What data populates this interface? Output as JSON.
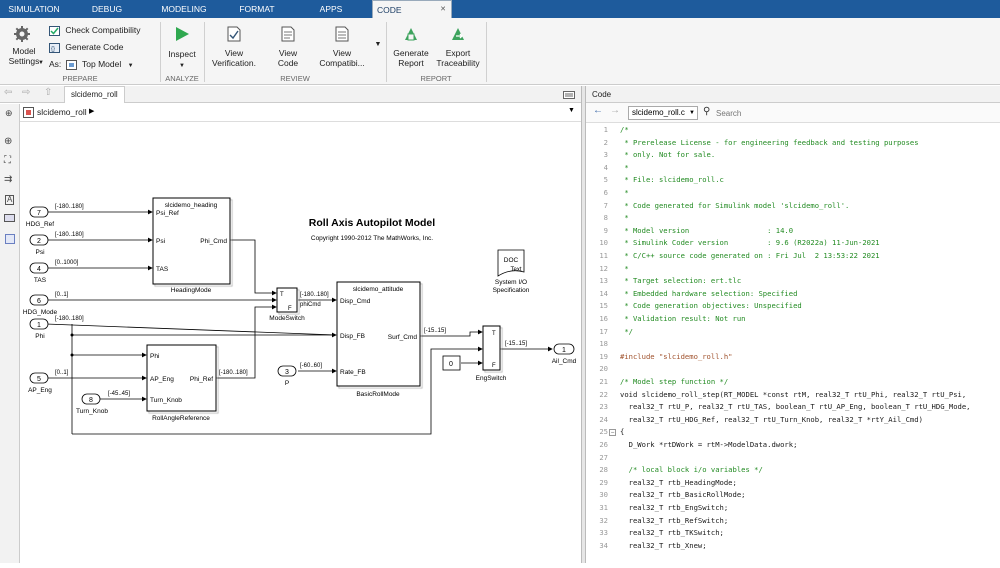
{
  "tabs": [
    {
      "label": "SIMULATION"
    },
    {
      "label": "DEBUG"
    },
    {
      "label": "MODELING"
    },
    {
      "label": "FORMAT"
    },
    {
      "label": "APPS"
    },
    {
      "label": "CODE INSPECTOR",
      "close": "✕"
    }
  ],
  "ribbon": {
    "prepare": {
      "model_settings": "Model\nSettings",
      "check_compat": "Check Compatibility",
      "generate_code": "Generate Code",
      "as_label": "As:",
      "top_model": "Top Model",
      "group": "PREPARE"
    },
    "analyze": {
      "inspect": "Inspect",
      "group": "ANALYZE"
    },
    "review": {
      "view_verification": "View\nVerification.",
      "view_code": "View\nCode",
      "view_compat": "View\nCompatibi...",
      "group": "REVIEW"
    },
    "report": {
      "generate_report": "Generate\nReport",
      "export_traceability": "Export\nTraceability",
      "group": "REPORT"
    }
  },
  "editor": {
    "tab_label": "slcidemo_roll",
    "path_label": "slcidemo_roll"
  },
  "diagram": {
    "title": "Roll Axis Autopilot Model",
    "copyright": "Copyright 1990-2012 The MathWorks, Inc.",
    "inports": [
      {
        "num": "7",
        "name": "HDG_Ref",
        "range": "[-180..180]"
      },
      {
        "num": "2",
        "name": "Psi",
        "range": "[-180..180]"
      },
      {
        "num": "4",
        "name": "TAS",
        "range": "[0..1000]"
      },
      {
        "num": "6",
        "name": "HDG_Mode",
        "range": "[0..1]"
      },
      {
        "num": "1",
        "name": "Phi",
        "range": "[-180..180]"
      },
      {
        "num": "5",
        "name": "AP_Eng",
        "range": "[0..1]"
      },
      {
        "num": "8",
        "name": "Turn_Knob",
        "range": "[-45..45]"
      },
      {
        "num": "3",
        "name": "P",
        "range": "[-60..60]"
      }
    ],
    "heading": {
      "title": "slcidemo_heading",
      "in1": "Psi_Ref",
      "in2": "Psi",
      "in3": "TAS",
      "out": "Phi_Cmd",
      "caption": "HeadingMode"
    },
    "attitude": {
      "title": "slcidemo_attitude",
      "in1": "Disp_Cmd",
      "in2": "Disp_FB",
      "in3": "Rate_FB",
      "out": "Surf_Cmd",
      "caption": "BasicRollMode"
    },
    "rollref": {
      "in1": "Phi",
      "in2": "AP_Eng",
      "in3": "Turn_Knob",
      "out": "Phi_Ref",
      "caption": "RollAngleReference",
      "out_range": "[-180..180]"
    },
    "modeswitch": {
      "caption": "ModeSwitch",
      "range": "[-180..180]",
      "sig": "phiCmd",
      "t": "T",
      "f": "F"
    },
    "engswitch": {
      "caption": "EngSwitch",
      "range": "[-15..15]",
      "in_range": "[-15..15]",
      "t": "T",
      "f": "F"
    },
    "const0": "0",
    "outport": {
      "num": "1",
      "name": "Ail_Cmd"
    },
    "doc": {
      "label": "DOC",
      "sub": "Text",
      "caption1": "System I/O",
      "caption2": "Specification"
    }
  },
  "code": {
    "header": "Code",
    "file": "slcidemo_roll.c",
    "search_placeholder": "Search",
    "lines": [
      {
        "n": "1",
        "t": "/*",
        "c": "cm"
      },
      {
        "n": "2",
        "t": " * Prerelease License - for engineering feedback and testing purposes",
        "c": "cm"
      },
      {
        "n": "3",
        "t": " * only. Not for sale.",
        "c": "cm"
      },
      {
        "n": "4",
        "t": " *",
        "c": "cm"
      },
      {
        "n": "5",
        "t": " * File: slcidemo_roll.c",
        "c": "cm"
      },
      {
        "n": "6",
        "t": " *",
        "c": "cm"
      },
      {
        "n": "7",
        "t": " * Code generated for Simulink model 'slcidemo_roll'.",
        "c": "cm"
      },
      {
        "n": "8",
        "t": " *",
        "c": "cm"
      },
      {
        "n": "9",
        "t": " * Model version                  : 14.0",
        "c": "cm"
      },
      {
        "n": "10",
        "t": " * Simulink Coder version         : 9.6 (R2022a) 11-Jun-2021",
        "c": "cm"
      },
      {
        "n": "11",
        "t": " * C/C++ source code generated on : Fri Jul  2 13:53:22 2021",
        "c": "cm"
      },
      {
        "n": "12",
        "t": " *",
        "c": "cm"
      },
      {
        "n": "13",
        "t": " * Target selection: ert.tlc",
        "c": "cm"
      },
      {
        "n": "14",
        "t": " * Embedded hardware selection: Specified",
        "c": "cm"
      },
      {
        "n": "15",
        "t": " * Code generation objectives: Unspecified",
        "c": "cm"
      },
      {
        "n": "16",
        "t": " * Validation result: Not run",
        "c": "cm"
      },
      {
        "n": "17",
        "t": " */",
        "c": "cm"
      },
      {
        "n": "18",
        "t": "",
        "c": "tx"
      },
      {
        "n": "19",
        "t": "#include \"slcidemo_roll.h\"",
        "c": "pp"
      },
      {
        "n": "20",
        "t": "",
        "c": "tx"
      },
      {
        "n": "21",
        "t": "/* Model step function */",
        "c": "cm"
      },
      {
        "n": "22",
        "t": "void slcidemo_roll_step(RT_MODEL *const rtM, real32_T rtU_Phi, real32_T rtU_Psi,",
        "c": "tx"
      },
      {
        "n": "23",
        "t": "  real32_T rtU_P, real32_T rtU_TAS, boolean_T rtU_AP_Eng, boolean_T rtU_HDG_Mode,",
        "c": "tx"
      },
      {
        "n": "24",
        "t": "  real32_T rtU_HDG_Ref, real32_T rtU_Turn_Knob, real32_T *rtY_Ail_Cmd)",
        "c": "tx"
      },
      {
        "n": "25",
        "t": "{",
        "c": "tx",
        "fold": "−"
      },
      {
        "n": "26",
        "t": "  D_Work *rtDWork = rtM->ModelData.dwork;",
        "c": "tx"
      },
      {
        "n": "27",
        "t": "",
        "c": "tx"
      },
      {
        "n": "28",
        "t": "  /* local block i/o variables */",
        "c": "cm"
      },
      {
        "n": "29",
        "t": "  real32_T rtb_HeadingMode;",
        "c": "tx"
      },
      {
        "n": "30",
        "t": "  real32_T rtb_BasicRollMode;",
        "c": "tx"
      },
      {
        "n": "31",
        "t": "  real32_T rtb_EngSwitch;",
        "c": "tx"
      },
      {
        "n": "32",
        "t": "  real32_T rtb_RefSwitch;",
        "c": "tx"
      },
      {
        "n": "33",
        "t": "  real32_T rtb_TKSwitch;",
        "c": "tx"
      },
      {
        "n": "34",
        "t": "  real32_T rtb_Xnew;",
        "c": "tx"
      }
    ]
  }
}
